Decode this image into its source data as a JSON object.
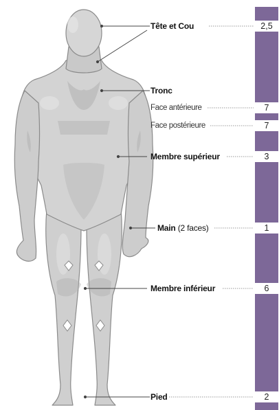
{
  "colors": {
    "bar": "#7d6898",
    "body_light": "#d3d3d3",
    "body_mid": "#c2c2c2",
    "body_shade": "#a9a9a9",
    "body_outline": "#8a8a8a",
    "leader_line": "#444444",
    "dotted_line": "#9a9a9a"
  },
  "regions": [
    {
      "id": "tete-cou",
      "label": "Tête et Cou",
      "value": "2,5"
    },
    {
      "id": "tronc",
      "label": "Tronc"
    },
    {
      "id": "face-anterieure",
      "label": "Face antérieure",
      "value": "7"
    },
    {
      "id": "face-posterieure",
      "label": "Face postérieure",
      "value": "7"
    },
    {
      "id": "membre-superieur",
      "label": "Membre supérieur",
      "value": "3"
    },
    {
      "id": "main",
      "label": "Main",
      "label_paren": "(2 faces)",
      "value": "1"
    },
    {
      "id": "membre-inferieur",
      "label": "Membre inférieur",
      "value": "6"
    },
    {
      "id": "pied",
      "label": "Pied",
      "value": "2"
    }
  ]
}
